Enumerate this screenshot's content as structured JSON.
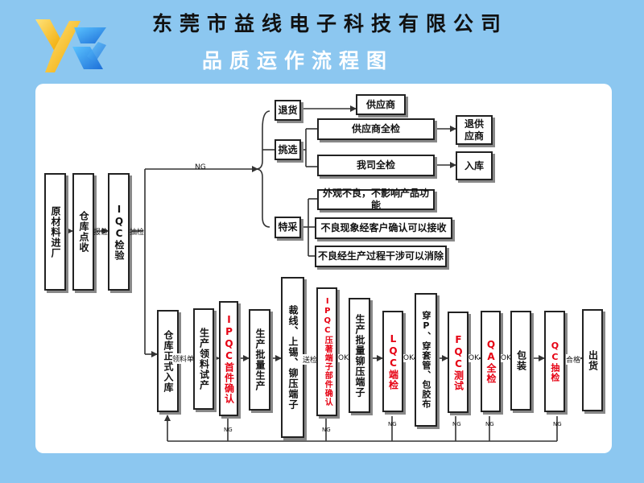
{
  "header": {
    "company": "东莞市益线电子科技有限公司",
    "subtitle": "品质运作流程图"
  },
  "top": {
    "raw": "原材料进厂",
    "warehouse_check": "仓库点收",
    "iqc": "IQC检验",
    "label_receive": "报检",
    "label_sample": "抽检",
    "label_ng": "NG",
    "return": "退货",
    "supplier": "供应商",
    "select": "挑选",
    "supplier_inspect": "供应商全检",
    "return_supplier": "退供应商",
    "our_inspect": "我司全检",
    "stock_in": "入库",
    "special": "特采",
    "special_1": "外观不良，不影响产品功能",
    "special_2": "不良现象经客户确认可以接收",
    "special_3": "不良经生产过程干涉可以消除"
  },
  "flow": {
    "formal_stock": "仓库正式入库",
    "label_pick": "领料单",
    "pick_trial": "生产领料试产",
    "ipqc_first": "IPQC首件确认",
    "mass_prod": "生产批量生产",
    "cut_wire": "裁线、上锡、铆压端子",
    "label_send": "送检",
    "ipqc_crimp": "IPQC压著端子部件确认",
    "label_ok": "OK",
    "mass_crimp": "生产批量铆压端子",
    "lqc": "LQC端检",
    "thread": "穿P、穿套管、包胶布",
    "fqc": "FQC测试",
    "qa": "QA全检",
    "pack": "包装",
    "qc_sample": "QC抽检",
    "label_pass": "合格",
    "ship": "出货",
    "label_ng_small": "NG"
  }
}
